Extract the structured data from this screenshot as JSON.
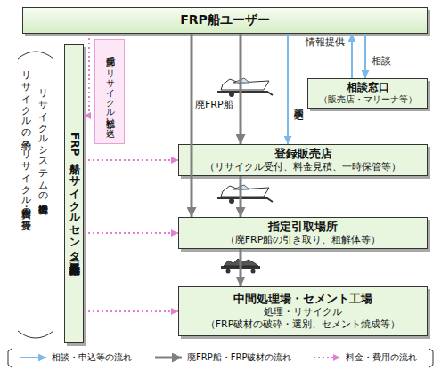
{
  "diagram": {
    "nodes": [
      {
        "text": [
          "FRP船ユーザー"
        ]
      },
      {
        "text": [
          "郵便局で リサイクル料金払い込み"
        ]
      },
      {
        "text": [
          "FRP船リサイクルセンター（日本舟艇工業会内）"
        ]
      },
      {
        "text": [
          "相談窓口",
          "（販売店・マリーナ等）"
        ]
      },
      {
        "text": [
          "登録販売店",
          "（リサイクル受付、料金見積、一時保管等）"
        ]
      },
      {
        "text": [
          "指定引取場所",
          "（廃FRP船の引き取り、粗解体等）"
        ]
      },
      {
        "text": [
          "中間処理場・セメント工場",
          "処理・リサイクル",
          "（FRP破材の破砕・選別、セメント焼成等）"
        ]
      }
    ],
    "edges": [
      {
        "from": 0,
        "to": 5,
        "arrow": "to",
        "label": "廃FRP船"
      },
      {
        "from": 0,
        "to": 4,
        "arrow": "to"
      },
      {
        "from": 4,
        "to": 5,
        "arrow": "to"
      },
      {
        "from": 5,
        "to": 6,
        "arrow": "to"
      },
      {
        "from": 0,
        "to": 4,
        "arrow": "to",
        "label": "相談 申込"
      },
      {
        "from": 3,
        "to": 0,
        "arrow": "to",
        "label": "情報提供"
      },
      {
        "from": 0,
        "to": 3,
        "arrow": "to",
        "label": "相談"
      },
      {
        "from": 0,
        "to": 2,
        "arrow": "to"
      },
      {
        "from": 2,
        "to": 4,
        "arrow": "to"
      },
      {
        "from": 2,
        "to": 5,
        "arrow": "to"
      },
      {
        "from": 2,
        "to": 6,
        "arrow": "to"
      }
    ],
    "labels": [
      "リサイクルシステムの総合推進機能",
      "リサイクルの予約、リサイクル料金・費用の授受等"
    ],
    "legend": [
      {
        "text": "相談・申込等の流れ"
      },
      {
        "text": "廃FRP船・FRP破材の流れ"
      },
      {
        "text": "料金・費用の流れ"
      }
    ]
  }
}
